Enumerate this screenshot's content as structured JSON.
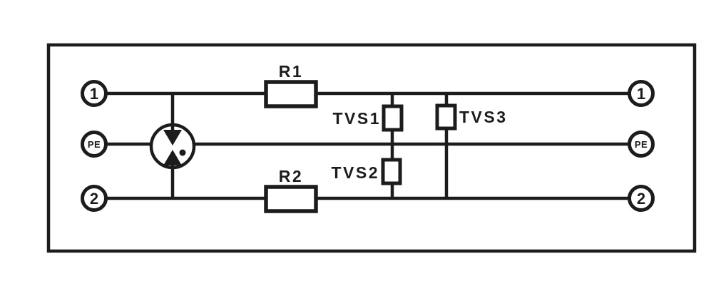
{
  "diagram": {
    "kind": "surge-protection-circuit-schematic",
    "colors": {
      "stroke": "#1c1c1c",
      "background": "#ffffff"
    },
    "terminals": {
      "left": {
        "line1": "1",
        "pe": "PE",
        "line2": "2"
      },
      "right": {
        "line1": "1",
        "pe": "PE",
        "line2": "2"
      }
    },
    "components": {
      "r1": {
        "label": "R1",
        "type": "resistor"
      },
      "r2": {
        "label": "R2",
        "type": "resistor"
      },
      "tvs1": {
        "label": "TVS1",
        "type": "tvs-diode"
      },
      "tvs2": {
        "label": "TVS2",
        "type": "tvs-diode"
      },
      "tvs3": {
        "label": "TVS3",
        "type": "tvs-diode"
      },
      "gdt": {
        "type": "gas-discharge-tube"
      }
    }
  }
}
